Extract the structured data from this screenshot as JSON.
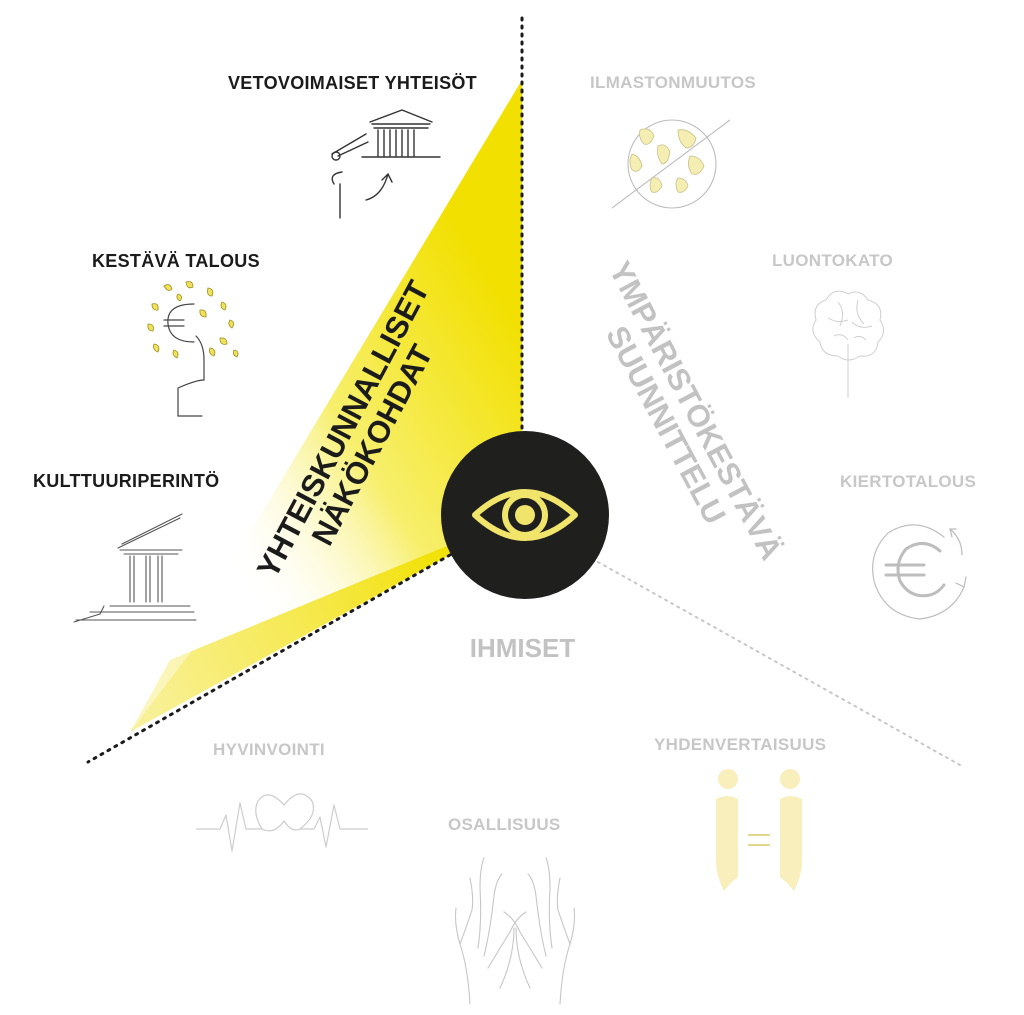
{
  "sectors": {
    "social": {
      "title_line1": "YHTEISKUNNALLISET",
      "title_line2": "NÄKÖKOHDAT",
      "items": [
        {
          "label": "VETOVOIMAISET YHTEISÖT",
          "icon": "theater-building-icon"
        },
        {
          "label": "KESTÄVÄ TALOUS",
          "icon": "euro-tree-icon"
        },
        {
          "label": "KULTTUURIPERINTÖ",
          "icon": "classical-building-icon"
        }
      ]
    },
    "environment": {
      "title_line1": "YMPÄRISTÖKESTÄVÄ",
      "title_line2": "SUUNNITTELU",
      "items": [
        {
          "label": "ILMASTONMUUTOS",
          "icon": "globe-crossed-icon"
        },
        {
          "label": "LUONTOKATO",
          "icon": "tree-icon"
        },
        {
          "label": "KIERTOTALOUS",
          "icon": "euro-cycle-icon"
        }
      ]
    },
    "people": {
      "title": "IHMISET",
      "items": [
        {
          "label": "HYVINVOINTI",
          "icon": "heartbeat-icon"
        },
        {
          "label": "OSALLISUUS",
          "icon": "raised-hands-icon"
        },
        {
          "label": "YHDENVERTAISUUS",
          "icon": "equality-figures-icon"
        }
      ]
    }
  },
  "center": {
    "icon": "eye-icon"
  },
  "colors": {
    "accent_yellow": "#f2e000",
    "dark_circle": "#1f1f1d",
    "eye_stroke": "#f1e46a",
    "active_text": "#1b1b1b",
    "muted_text": "#c7c7c7"
  }
}
